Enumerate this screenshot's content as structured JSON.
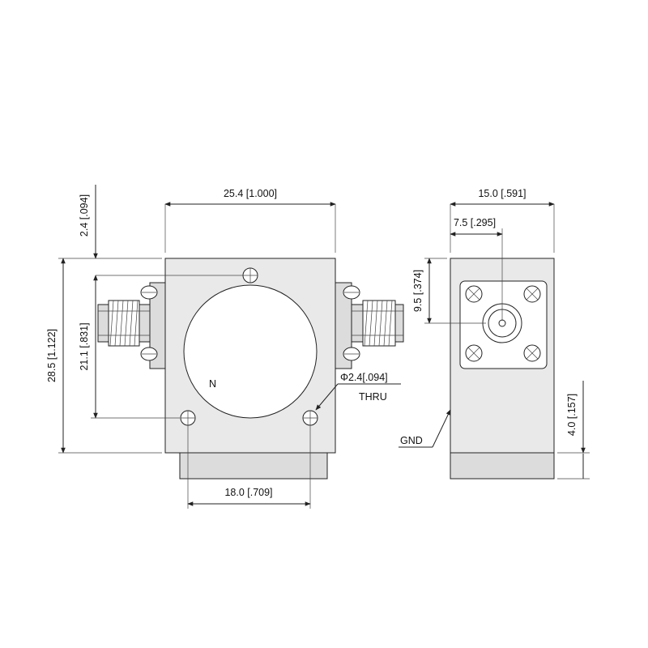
{
  "dimensions": {
    "width_top": "25.4 [1.000]",
    "top_offset": "2.4 [.094]",
    "height_total": "28.5 [1.122]",
    "hole_spacing_vertical": "21.1 [.831]",
    "hole_spacing_bottom": "18.0 [.709]",
    "hole_diameter": "Φ2.4[.094]",
    "hole_note": "THRU",
    "side_width": "15.0 [.591]",
    "side_center": "7.5 [.295]",
    "side_connector_height": "9.5 [.374]",
    "side_base_height": "4.0 [.157]"
  },
  "labels": {
    "gnd": "GND",
    "marker": "N"
  },
  "colors": {
    "body": "#e9e9e9",
    "line": "#222222",
    "background": "#ffffff"
  },
  "icons": [
    "mounting-hole-icon",
    "screw-icon",
    "sma-connector-icon"
  ]
}
